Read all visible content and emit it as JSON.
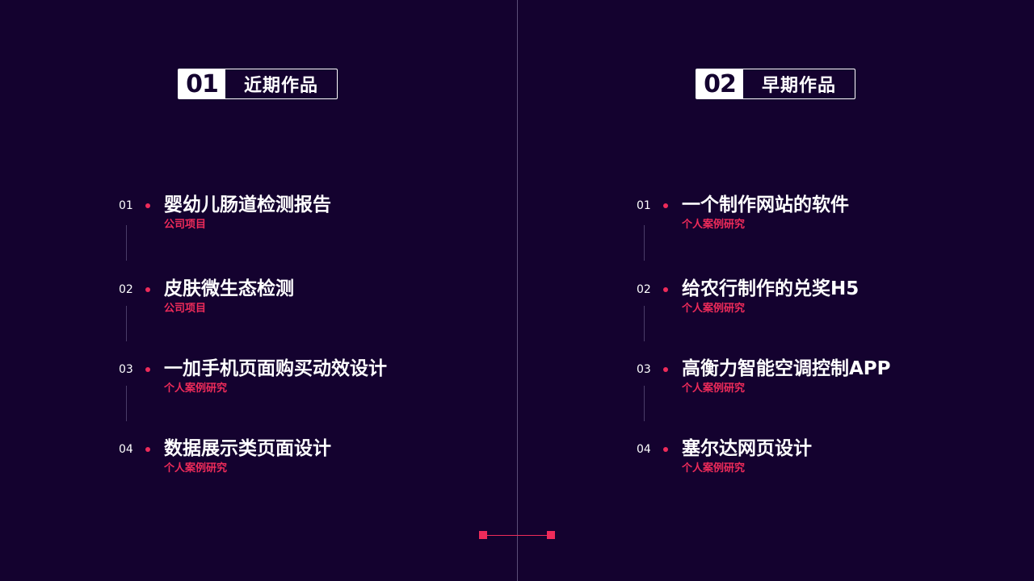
{
  "left": {
    "header": {
      "number": "01",
      "title": "近期作品"
    },
    "items": [
      {
        "index": "01",
        "name": "婴幼儿肠道检测报告",
        "category": "公司项目"
      },
      {
        "index": "02",
        "name": "皮肤微生态检测",
        "category": "公司项目"
      },
      {
        "index": "03",
        "name": "一加手机页面购买动效设计",
        "category": "个人案例研究"
      },
      {
        "index": "04",
        "name": "数据展示类页面设计",
        "category": "个人案例研究"
      }
    ]
  },
  "right": {
    "header": {
      "number": "02",
      "title": "早期作品"
    },
    "items": [
      {
        "index": "01",
        "name": "一个制作网站的软件",
        "category": "个人案例研究"
      },
      {
        "index": "02",
        "name": "给农行制作的兑奖H5",
        "category": "个人案例研究"
      },
      {
        "index": "03",
        "name": "高衡力智能空调控制APP",
        "category": "个人案例研究"
      },
      {
        "index": "04",
        "name": "塞尔达网页设计",
        "category": "个人案例研究"
      }
    ]
  },
  "colors": {
    "background": "#14022f",
    "accent": "#ee2b5a",
    "text": "#ffffff"
  }
}
